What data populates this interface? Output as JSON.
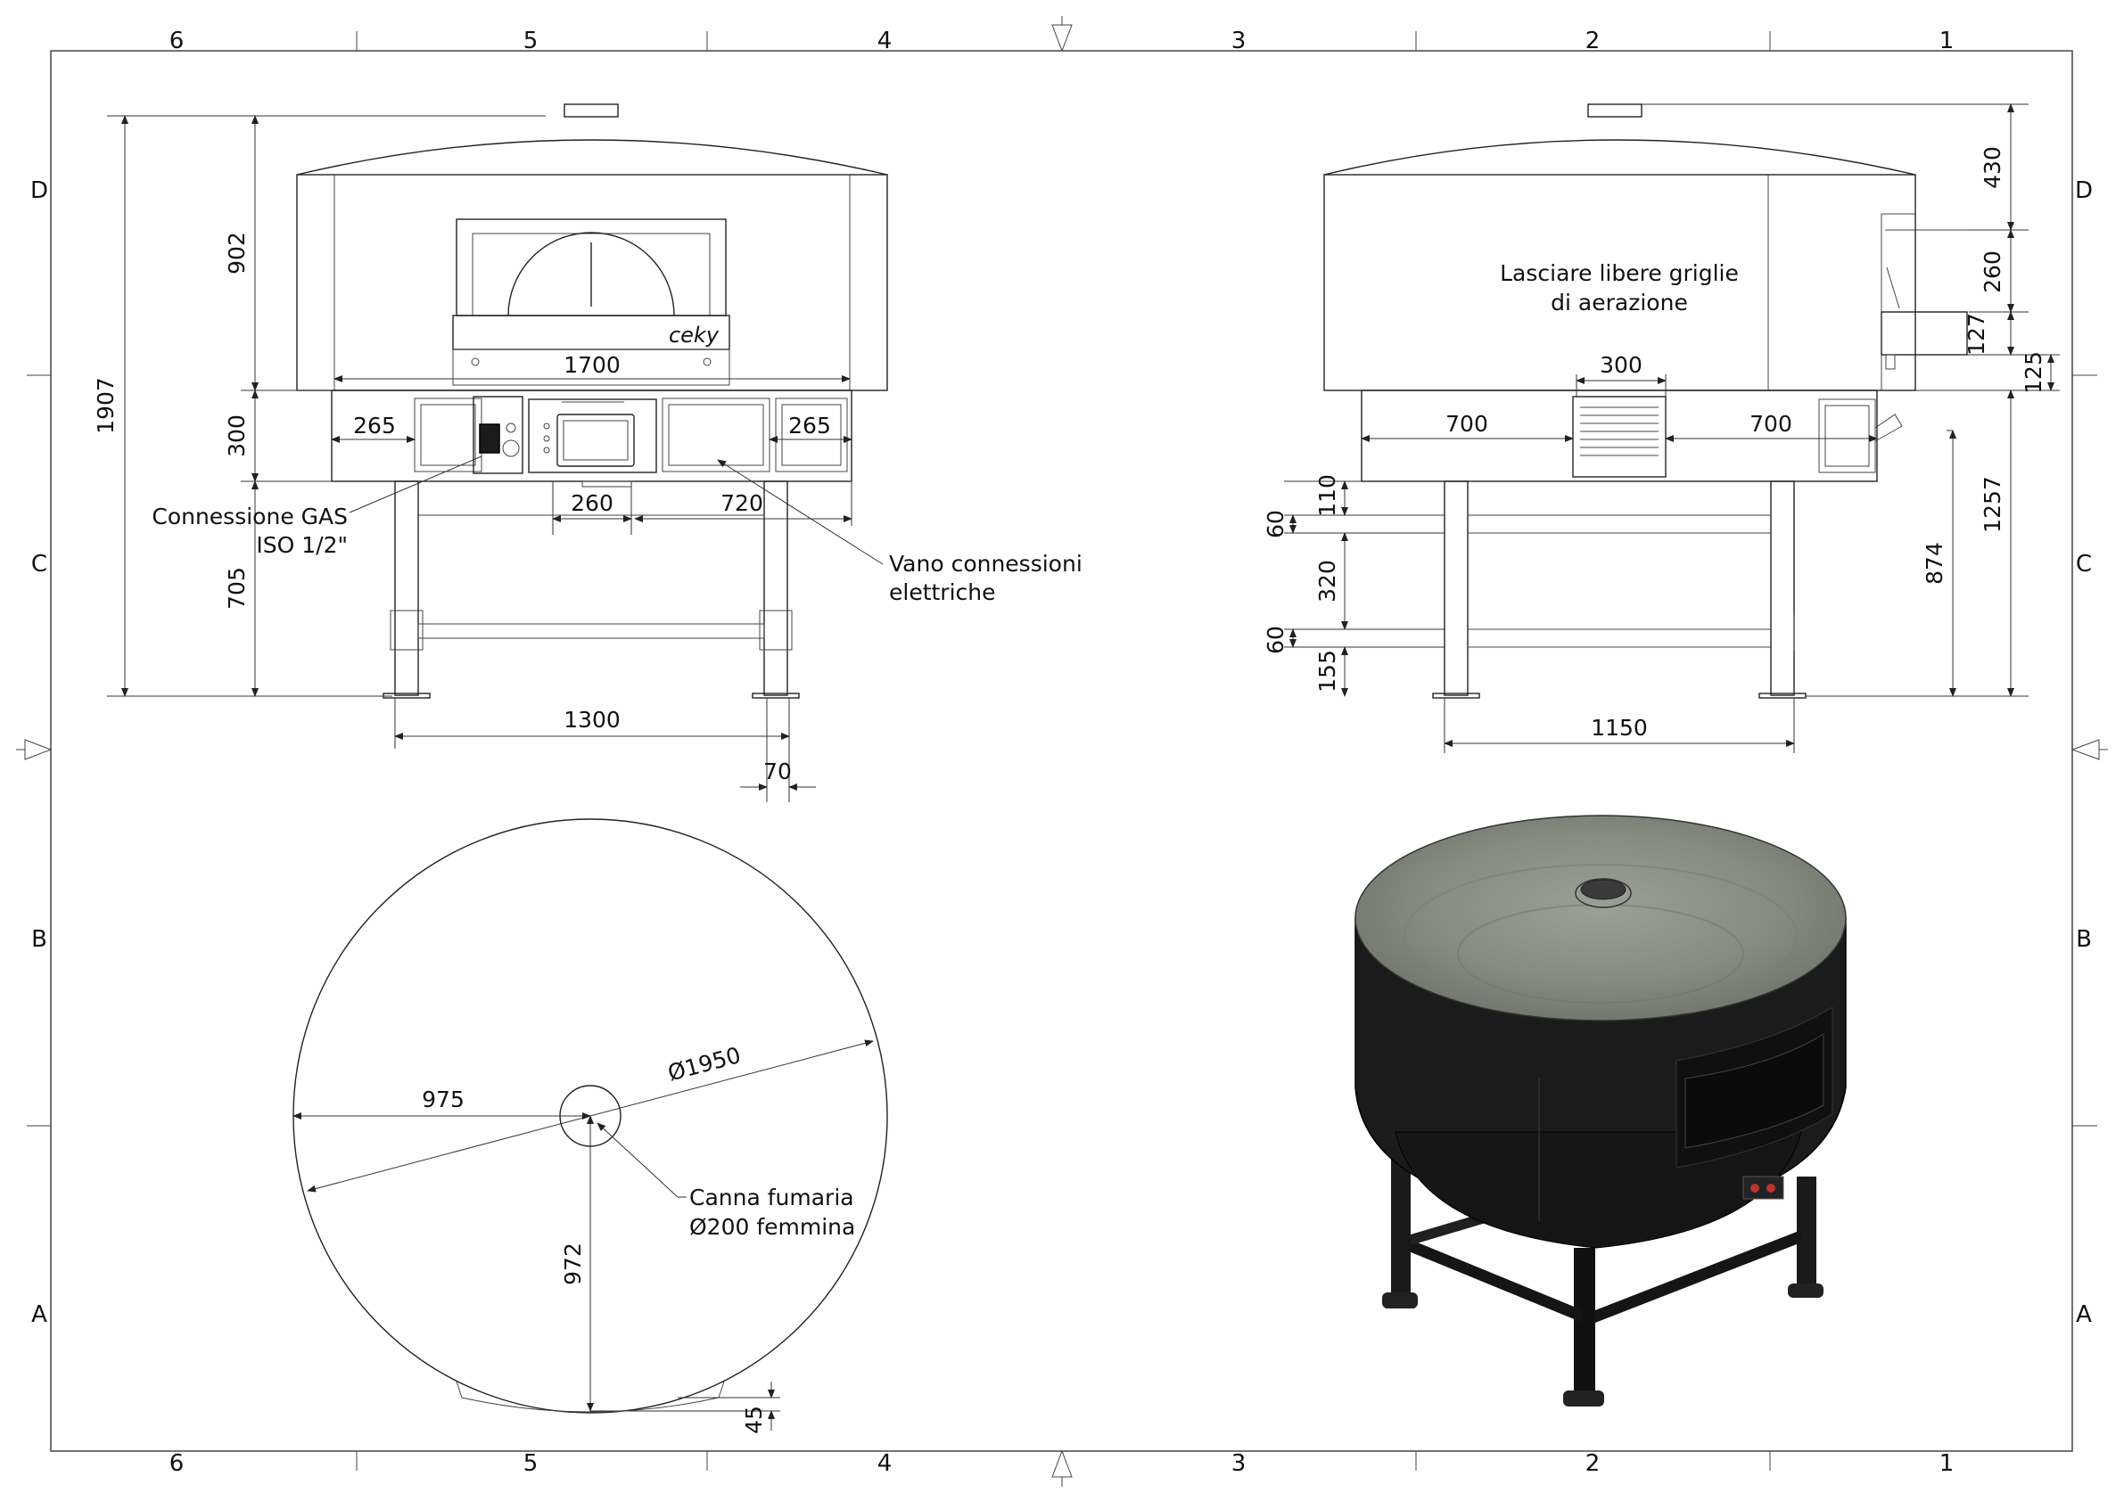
{
  "zones": {
    "columns": [
      "6",
      "5",
      "4",
      "3",
      "2",
      "1"
    ],
    "rows": [
      "D",
      "C",
      "B",
      "A"
    ]
  },
  "front_view": {
    "dims": {
      "total_height": "1907",
      "dome_height": "902",
      "base_height": "300",
      "legs_height": "705",
      "width": "1700",
      "left_panel": "265",
      "right_panel": "265",
      "door_width": "260",
      "elec_offset": "720",
      "legs_span": "1300",
      "foot_width": "70"
    },
    "brand": "ceky",
    "notes": {
      "gas_line1": "Connessione GAS",
      "gas_line2": "ISO 1/2\"",
      "elec_line1": "Vano connessioni",
      "elec_line2": "elettriche"
    }
  },
  "side_view": {
    "dims": {
      "flue_height": "430",
      "h260": "260",
      "h127": "127",
      "h125": "125",
      "vent_width": "300",
      "left_700": "700",
      "right_700": "700",
      "h110": "110",
      "h60_top": "60",
      "h320": "320",
      "h60_bottom": "60",
      "h155": "155",
      "h874": "874",
      "h1257": "1257",
      "legs_span": "1150"
    },
    "notes": {
      "vent_line1": "Lasciare libere griglie",
      "vent_line2": "di aerazione"
    }
  },
  "top_view": {
    "dims": {
      "diameter": "Ø1950",
      "radius": "975",
      "offset": "972",
      "overhang": "45"
    },
    "notes": {
      "flue_line1": "Canna fumaria",
      "flue_line2": "Ø200 femmina"
    }
  },
  "colors": {
    "line": "#222222",
    "body_black": "#1b1b1b",
    "dome_grey": "#8a8f83"
  }
}
